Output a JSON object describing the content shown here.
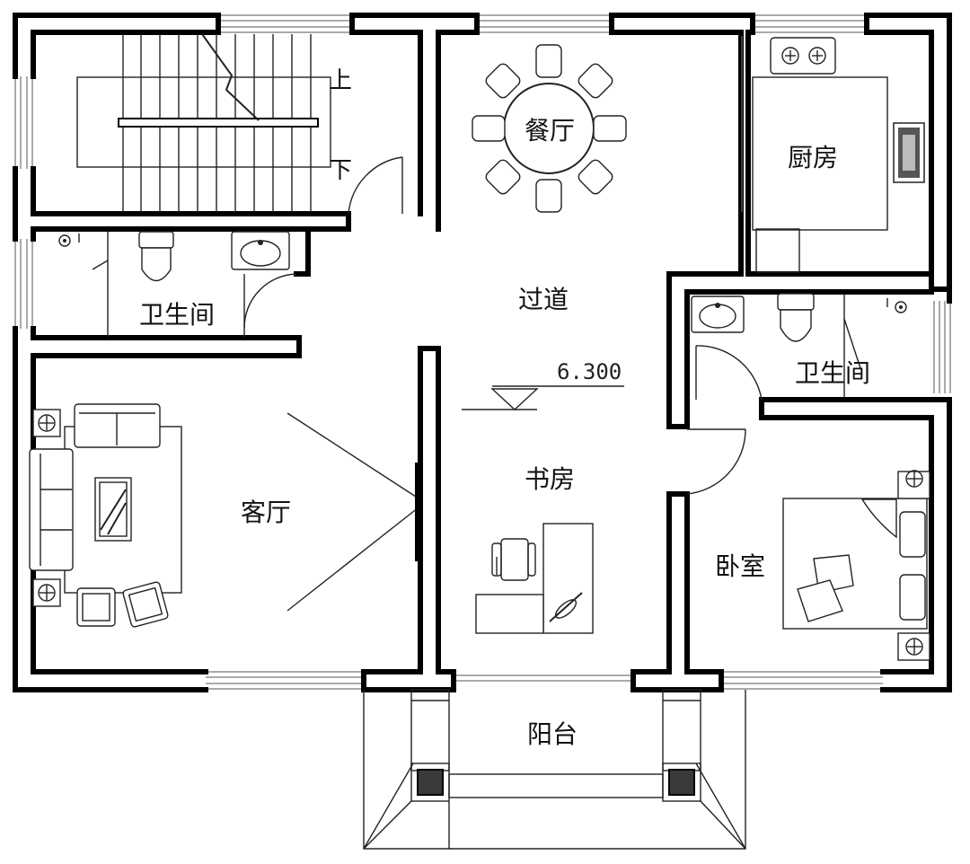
{
  "plan": {
    "rooms": {
      "dining": "餐厅",
      "kitchen": "厨房",
      "corridor": "过道",
      "bathroom_left": "卫生间",
      "bathroom_right": "卫生间",
      "living": "客厅",
      "study": "书房",
      "bedroom": "卧室",
      "balcony": "阳台"
    },
    "stairs": {
      "up": "上",
      "down": "下"
    },
    "elevation": "6.300"
  }
}
